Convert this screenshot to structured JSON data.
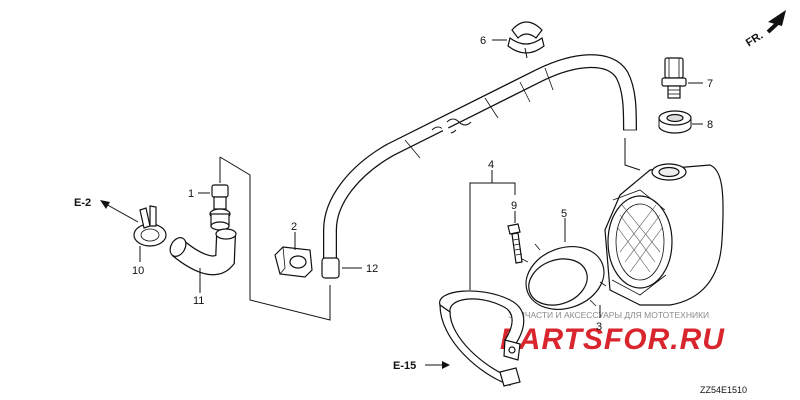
{
  "diagram": {
    "direction_label": "FR.",
    "ref_labels": [
      "E-2",
      "E-15"
    ],
    "callouts": [
      "1",
      "2",
      "3",
      "4",
      "5",
      "6",
      "7",
      "8",
      "9",
      "10",
      "11",
      "12"
    ],
    "figure_code": "ZZ54E1510"
  },
  "watermark": {
    "tagline": "ЗАПЧАСТИ И АКСЕССУАРЫ ДЛЯ МОТОТЕХНИКИ",
    "brand": "PARTSFOR.RU"
  }
}
